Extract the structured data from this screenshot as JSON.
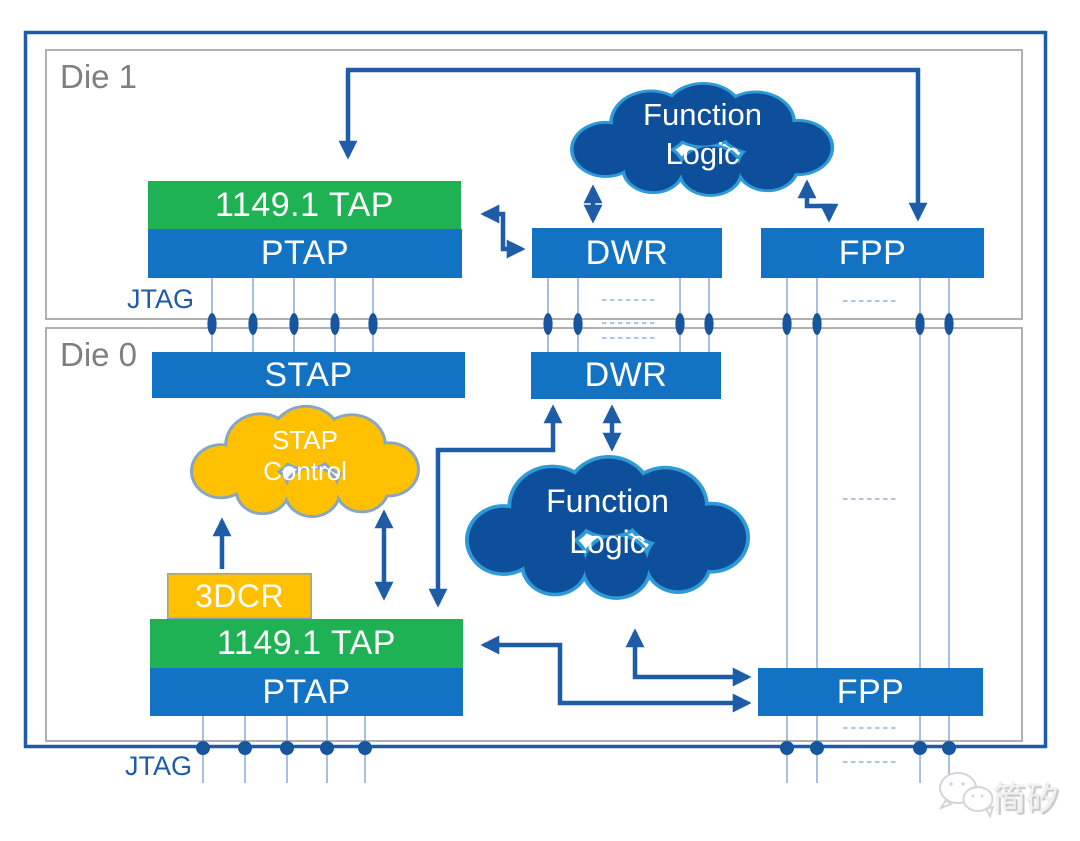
{
  "colors": {
    "block_blue": "#1273C4",
    "green": "#1FB254",
    "gold": "#FFC000",
    "cloud_blue": "#0D4F9A",
    "cloud_edge": "#2E9BD8",
    "gold_edge": "#86A6C4",
    "arrow_blue": "#1E5CA8",
    "thin_line": "#7B9CD0",
    "dot_blue": "#17559F",
    "dash_blue": "#8FB3E3",
    "die_border": "#A8A8A8",
    "die_label": "#7F7F7F"
  },
  "die1": {
    "label": "Die 1",
    "jtag_label": "JTAG",
    "blocks": {
      "tap": "1149.1 TAP",
      "ptap": "PTAP",
      "dwr": "DWR",
      "fpp": "FPP"
    },
    "function_logic_cloud": {
      "line1": "Function",
      "line2": "Logic"
    }
  },
  "die0": {
    "label": "Die 0",
    "jtag_label": "JTAG",
    "blocks": {
      "stap": "STAP",
      "dwr": "DWR",
      "tdcr": "3DCR",
      "tap": "1149.1 TAP",
      "ptap": "PTAP",
      "fpp": "FPP"
    },
    "stap_control_cloud": {
      "line1": "STAP",
      "line2": "Control"
    },
    "function_logic_cloud": {
      "line1": "Function",
      "line2": "Logic"
    }
  },
  "watermark": {
    "text": "简矽"
  }
}
